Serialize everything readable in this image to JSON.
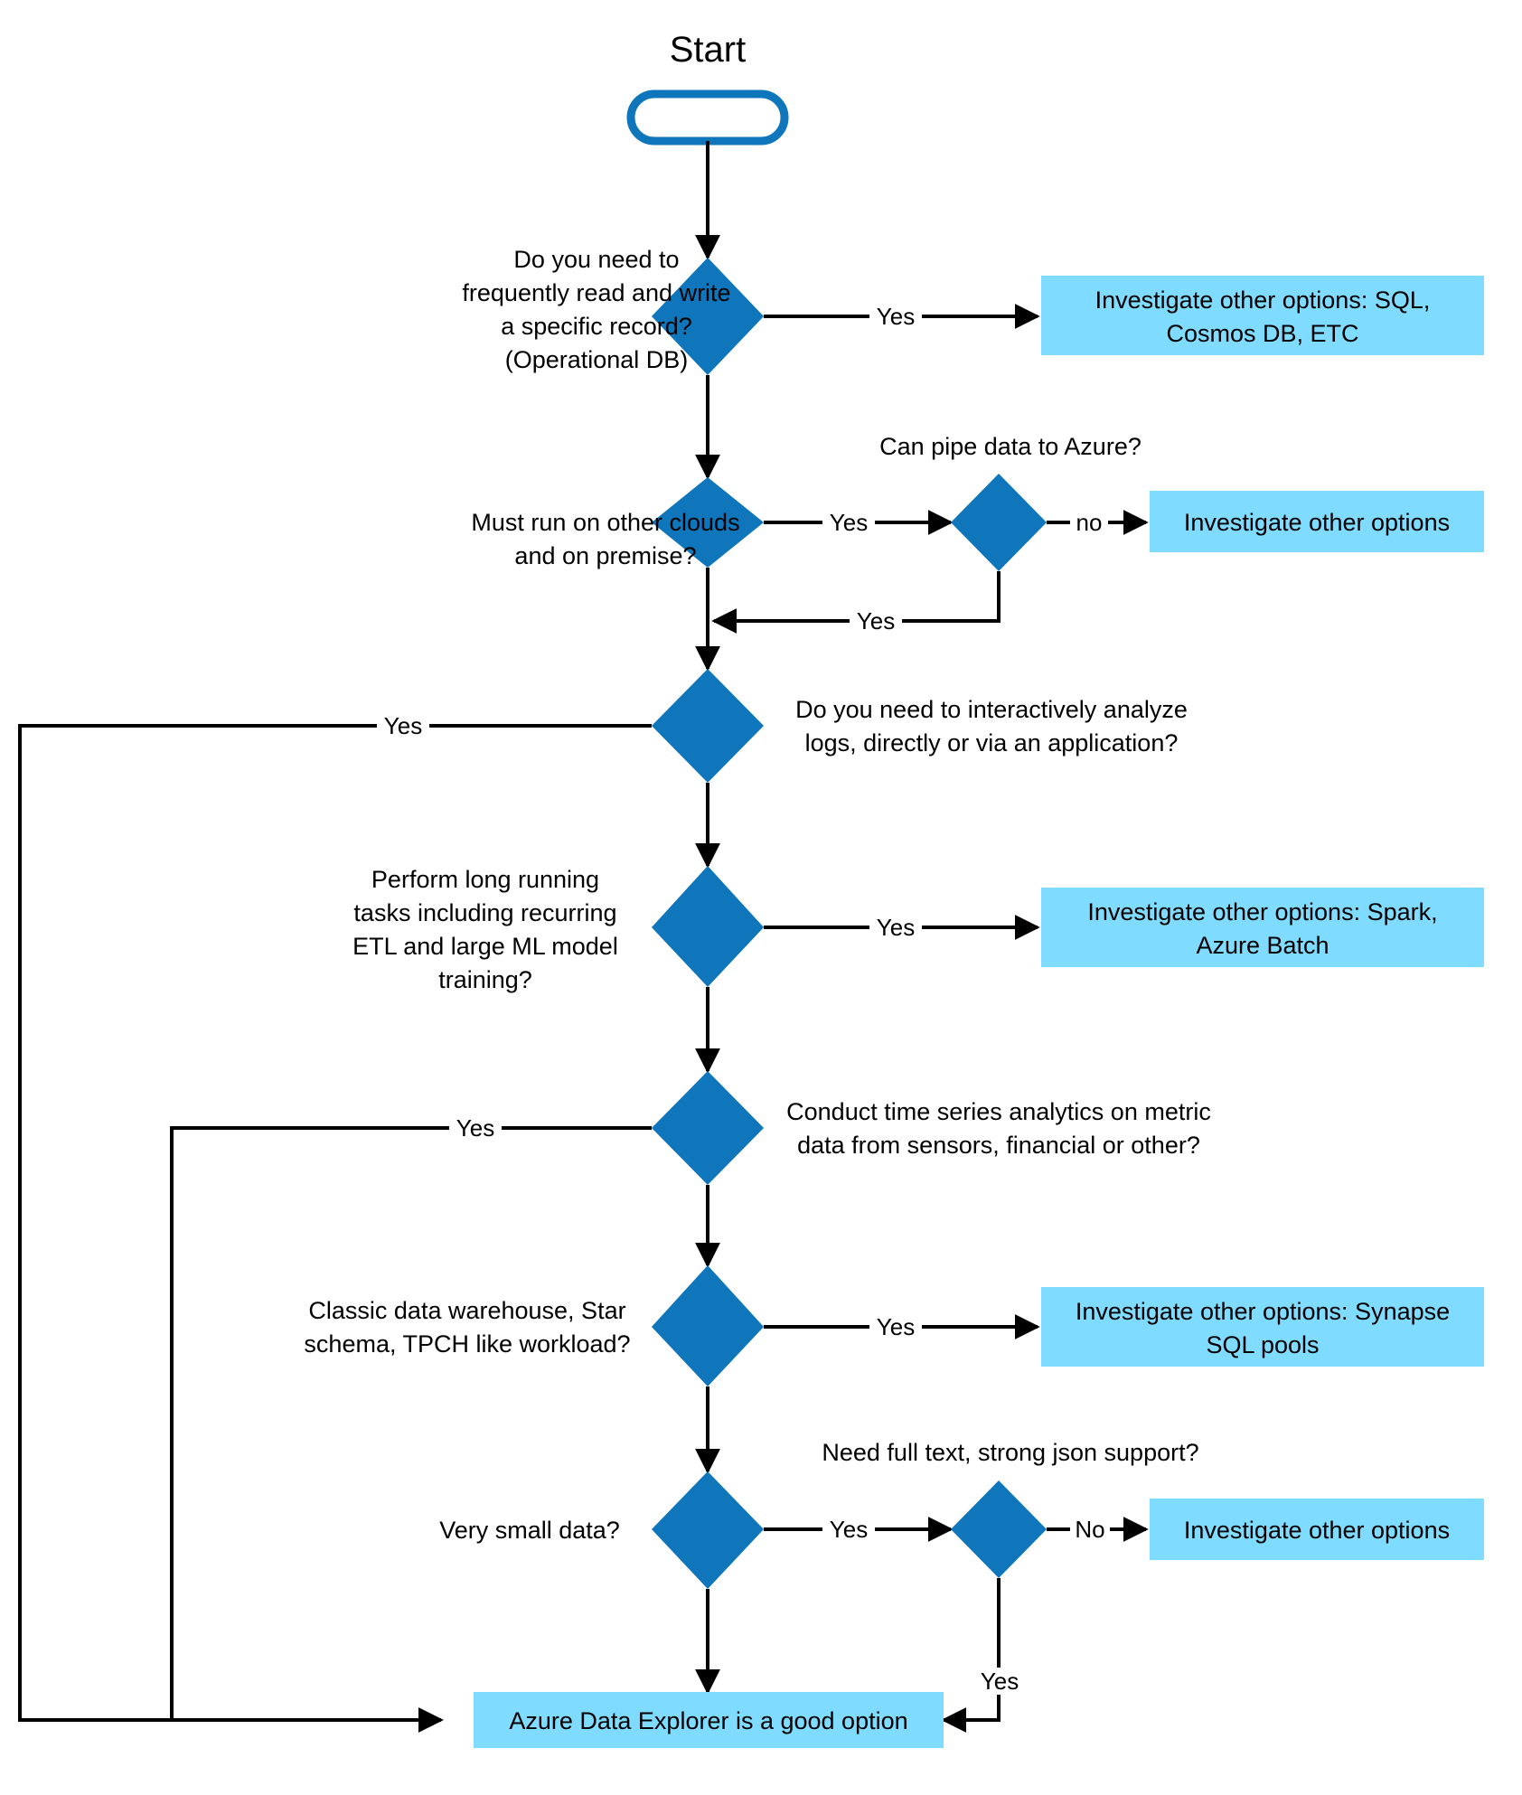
{
  "diagram": {
    "title": "Start",
    "type": "flowchart",
    "nodes": {
      "start": {
        "label": "Start",
        "shape": "stadium"
      },
      "d1": {
        "shape": "diamond",
        "lines": [
          "Do you need to",
          "frequently read and write",
          "a specific record?",
          "(Operational DB)"
        ]
      },
      "d2": {
        "shape": "diamond",
        "lines": [
          "Must run on other clouds",
          "and on premise?"
        ]
      },
      "d2b": {
        "shape": "diamond",
        "lines": [
          "Can pipe data to Azure?"
        ]
      },
      "d3": {
        "shape": "diamond",
        "lines": [
          "Do you need to interactively analyze",
          "logs, directly or via an application?"
        ]
      },
      "d4": {
        "shape": "diamond",
        "lines": [
          "Perform long running",
          "tasks including recurring",
          "ETL and large ML model",
          "training?"
        ]
      },
      "d5": {
        "shape": "diamond",
        "lines": [
          "Conduct time series analytics on metric",
          "data from sensors, financial or other?"
        ]
      },
      "d6": {
        "shape": "diamond",
        "lines": [
          "Classic data warehouse, Star",
          "schema, TPCH like workload?"
        ]
      },
      "d7": {
        "shape": "diamond",
        "lines": [
          "Very small data?"
        ]
      },
      "d7b": {
        "shape": "diamond",
        "lines": [
          "Need full text, strong json support?"
        ]
      },
      "out1": {
        "shape": "box",
        "lines": [
          "Investigate other options: SQL,",
          "Cosmos DB, ETC"
        ]
      },
      "out2": {
        "shape": "box",
        "lines": [
          "Investigate other options"
        ]
      },
      "out3": {
        "shape": "box",
        "lines": [
          "Investigate other options: Spark,",
          "Azure Batch"
        ]
      },
      "out4": {
        "shape": "box",
        "lines": [
          "Investigate other options: Synapse",
          "SQL pools"
        ]
      },
      "out5": {
        "shape": "box",
        "lines": [
          "Investigate other options"
        ]
      },
      "result": {
        "shape": "box",
        "lines": [
          "Azure Data Explorer is a good option"
        ]
      }
    },
    "edge_labels": {
      "e1_yes": "Yes",
      "e2_yes": "Yes",
      "e2b_no": "no",
      "e2b_yes": "Yes",
      "e3_yes": "Yes",
      "e4_yes": "Yes",
      "e5_yes": "Yes",
      "e6_yes": "Yes",
      "e7_yes": "Yes",
      "e7b_no": "No",
      "e7b_yes": "Yes"
    },
    "colors": {
      "decision_fill": "#1076BC",
      "callout_fill": "#7FDBFF",
      "terminator_stroke": "#0F76BC",
      "edge_stroke": "#000000",
      "text": "#000000",
      "background": "#FFFFFF"
    }
  }
}
